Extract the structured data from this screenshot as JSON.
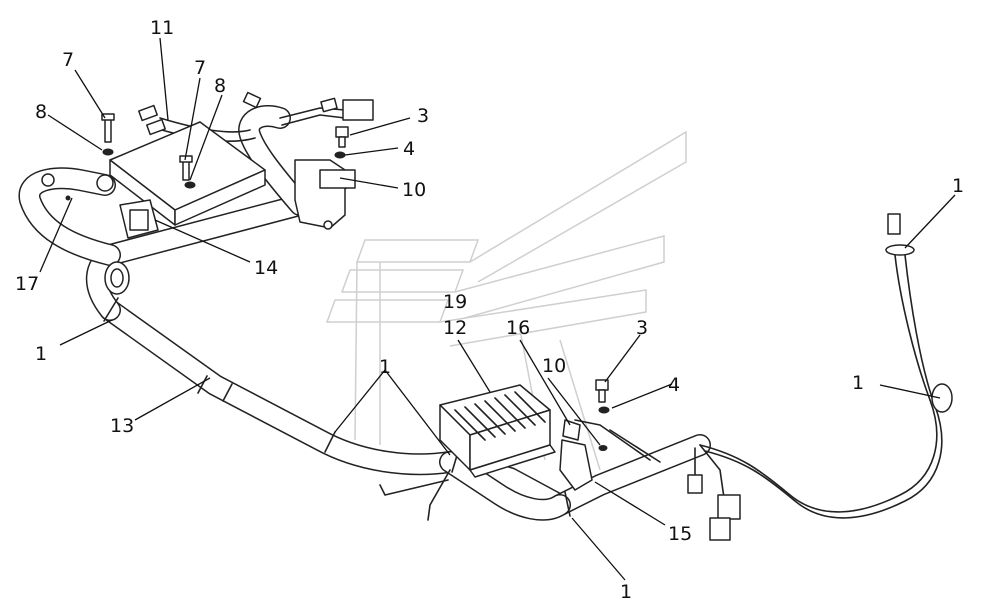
{
  "callouts": {
    "c11": "11",
    "c7a": "7",
    "c7b": "7",
    "c8a": "8",
    "c8b": "8",
    "c3a": "3",
    "c4a": "4",
    "c10a": "10",
    "c17": "17",
    "c14": "14",
    "c1a": "1",
    "c13": "13",
    "c19": "19",
    "c12": "12",
    "c16": "16",
    "c3b": "3",
    "c10b": "10",
    "c4b": "4",
    "c1b": "1",
    "c15": "15",
    "c1c": "1",
    "c1d": "1",
    "c1e": "1"
  }
}
